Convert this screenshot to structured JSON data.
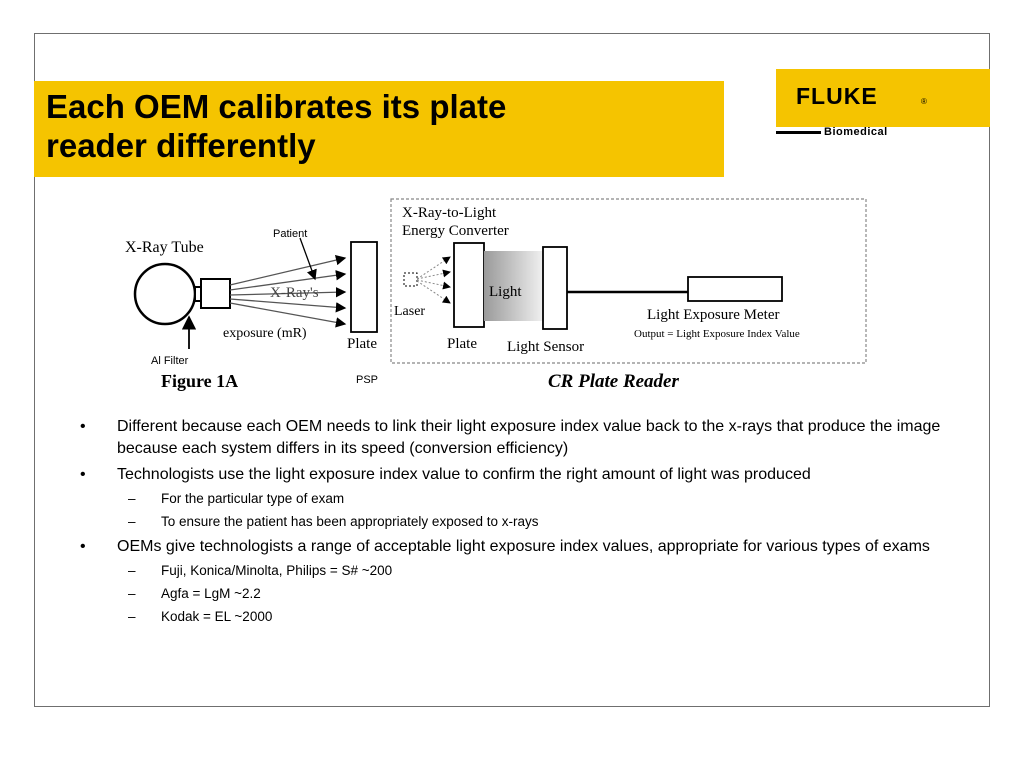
{
  "slide": {
    "title_line1": "Each OEM calibrates its plate",
    "title_line2": "reader differently"
  },
  "logo": {
    "brand": "FLUKE",
    "reg_mark": "®",
    "sub": "Biomedical"
  },
  "figure": {
    "xray_tube": "X-Ray Tube",
    "patient": "Patient",
    "xrays": "X-Ray's",
    "exposure": "exposure (mR)",
    "plate_left": "Plate",
    "al_filter": "Al Filter",
    "figure_label": "Figure 1A",
    "psp": "PSP",
    "converter_line1": "X-Ray-to-Light",
    "converter_line2": "Energy Converter",
    "laser": "Laser",
    "light": "Light",
    "plate_right": "Plate",
    "light_sensor": "Light Sensor",
    "meter_label": "Light Exposure Meter",
    "meter_output": "Output = Light Exposure Index Value",
    "reader_label": "CR Plate Reader"
  },
  "bullets": [
    {
      "text": "Different because each OEM needs to link their light exposure index value back to the x-rays that produce the image because each system differs in its speed (conversion efficiency)",
      "sub": []
    },
    {
      "text": "Technologists use the light exposure index value to confirm the right amount of light was produced",
      "sub": [
        "For the particular type of exam",
        "To ensure the patient has been appropriately exposed to x-rays"
      ]
    },
    {
      "text": "OEMs give technologists a range of acceptable light exposure index values, appropriate for various types of exams",
      "sub": [
        "Fuji, Konica/Minolta, Philips = S# ~200",
        "Agfa = LgM ~2.2",
        "Kodak = EL ~2000"
      ]
    }
  ],
  "marks": {
    "bullet": "•",
    "dash": "–"
  },
  "colors": {
    "accent": "#f5c400",
    "frame": "#6f6f6f",
    "light_gradient_start": "#9a9a9a",
    "light_gradient_end": "#f0f0f0"
  }
}
